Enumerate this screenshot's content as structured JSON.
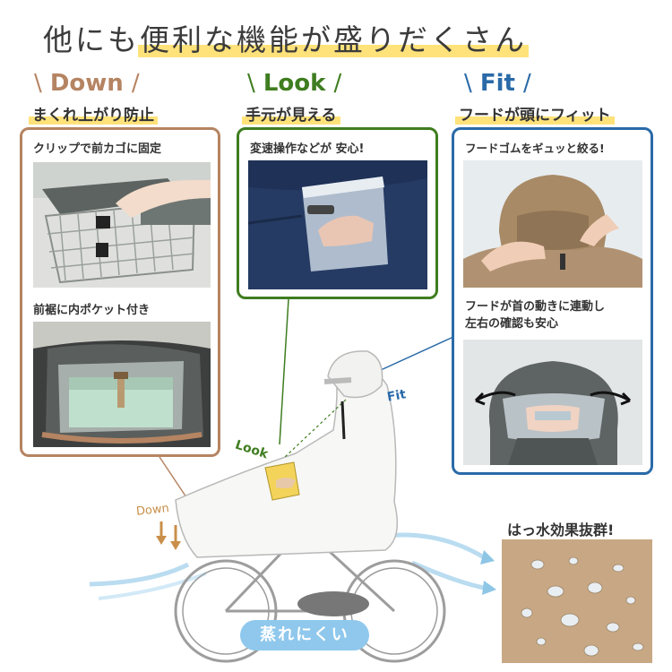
{
  "headline": {
    "prefix": "他にも",
    "highlight": "便利な機能が盛りだくさん"
  },
  "down": {
    "slash_left": "\\",
    "label": "Down",
    "slash_right": "/",
    "subtitle": "まくれ上がり防止",
    "caption1": "クリップで前カゴに固定",
    "caption2": "前裾に内ポケット付き",
    "color": "#b58462"
  },
  "look": {
    "slash_left": "\\",
    "label": "Look",
    "slash_right": "/",
    "subtitle": "手元が見える",
    "caption1": "変速操作などが 安心!",
    "color": "#3f7d20"
  },
  "fit": {
    "slash_left": "\\",
    "label": "Fit",
    "slash_right": "/",
    "subtitle": "フードが頭にフィット",
    "caption1": "フードゴムをギュッと絞る!",
    "caption2_line1": "フードが首の動きに連動し",
    "caption2_line2": "左右の確認も安心",
    "color": "#2a6aa8"
  },
  "illustration": {
    "fit_label": "Fit",
    "look_label": "Look",
    "down_label": "Down",
    "vent_label": "蒸れにくい"
  },
  "water": {
    "label": "はっ水効果抜群!"
  }
}
